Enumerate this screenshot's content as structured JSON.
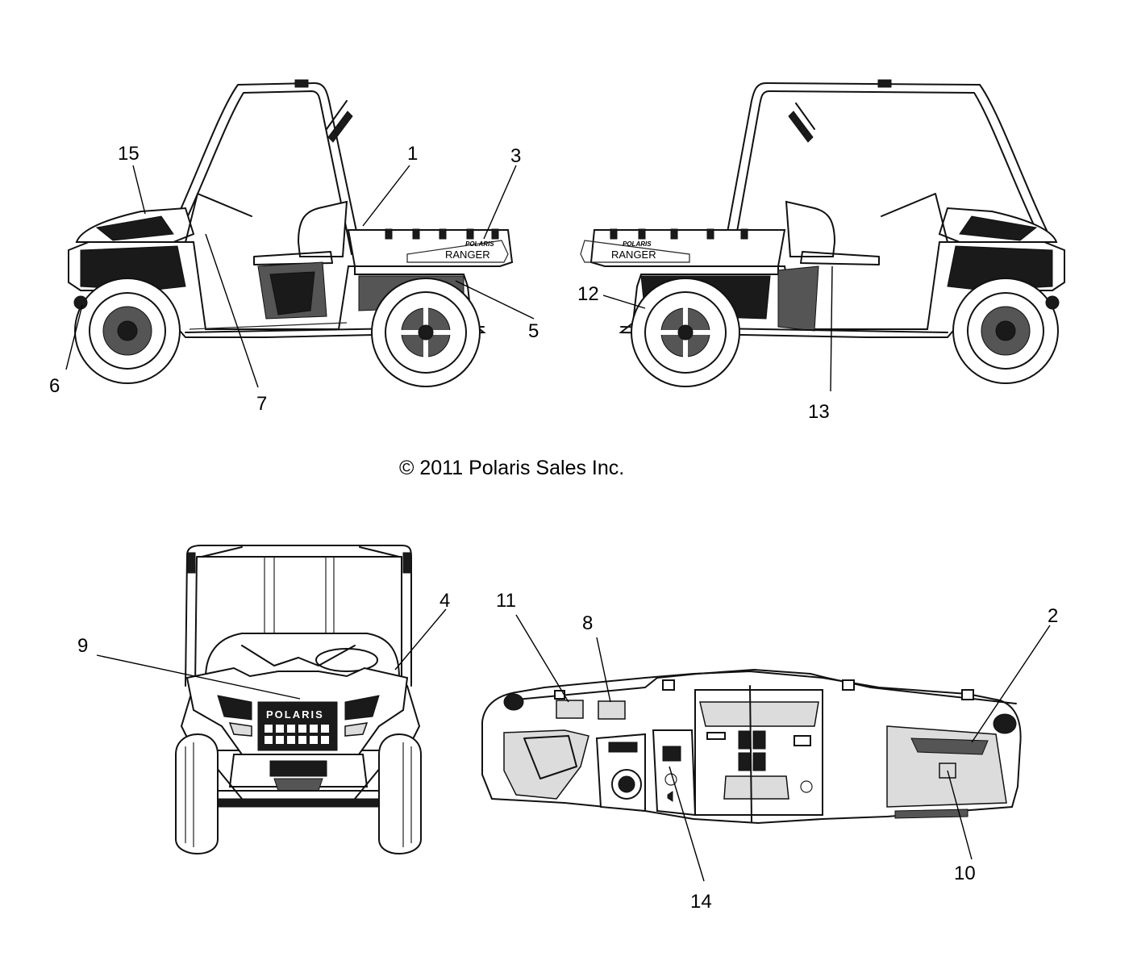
{
  "copyright": "© 2011 Polaris Sales Inc.",
  "decals": {
    "left_side": {
      "brand": "POLARIS",
      "model": "RANGER"
    },
    "right_side": {
      "brand": "POLARIS",
      "model": "RANGER"
    },
    "front_grille": {
      "brand": "POLARIS"
    }
  },
  "callouts": {
    "c1": "1",
    "c2": "2",
    "c3": "3",
    "c4": "4",
    "c5": "5",
    "c6": "6",
    "c7": "7",
    "c8": "8",
    "c9": "9",
    "c10": "10",
    "c11": "11",
    "c12": "12",
    "c13": "13",
    "c14": "14",
    "c15": "15"
  }
}
